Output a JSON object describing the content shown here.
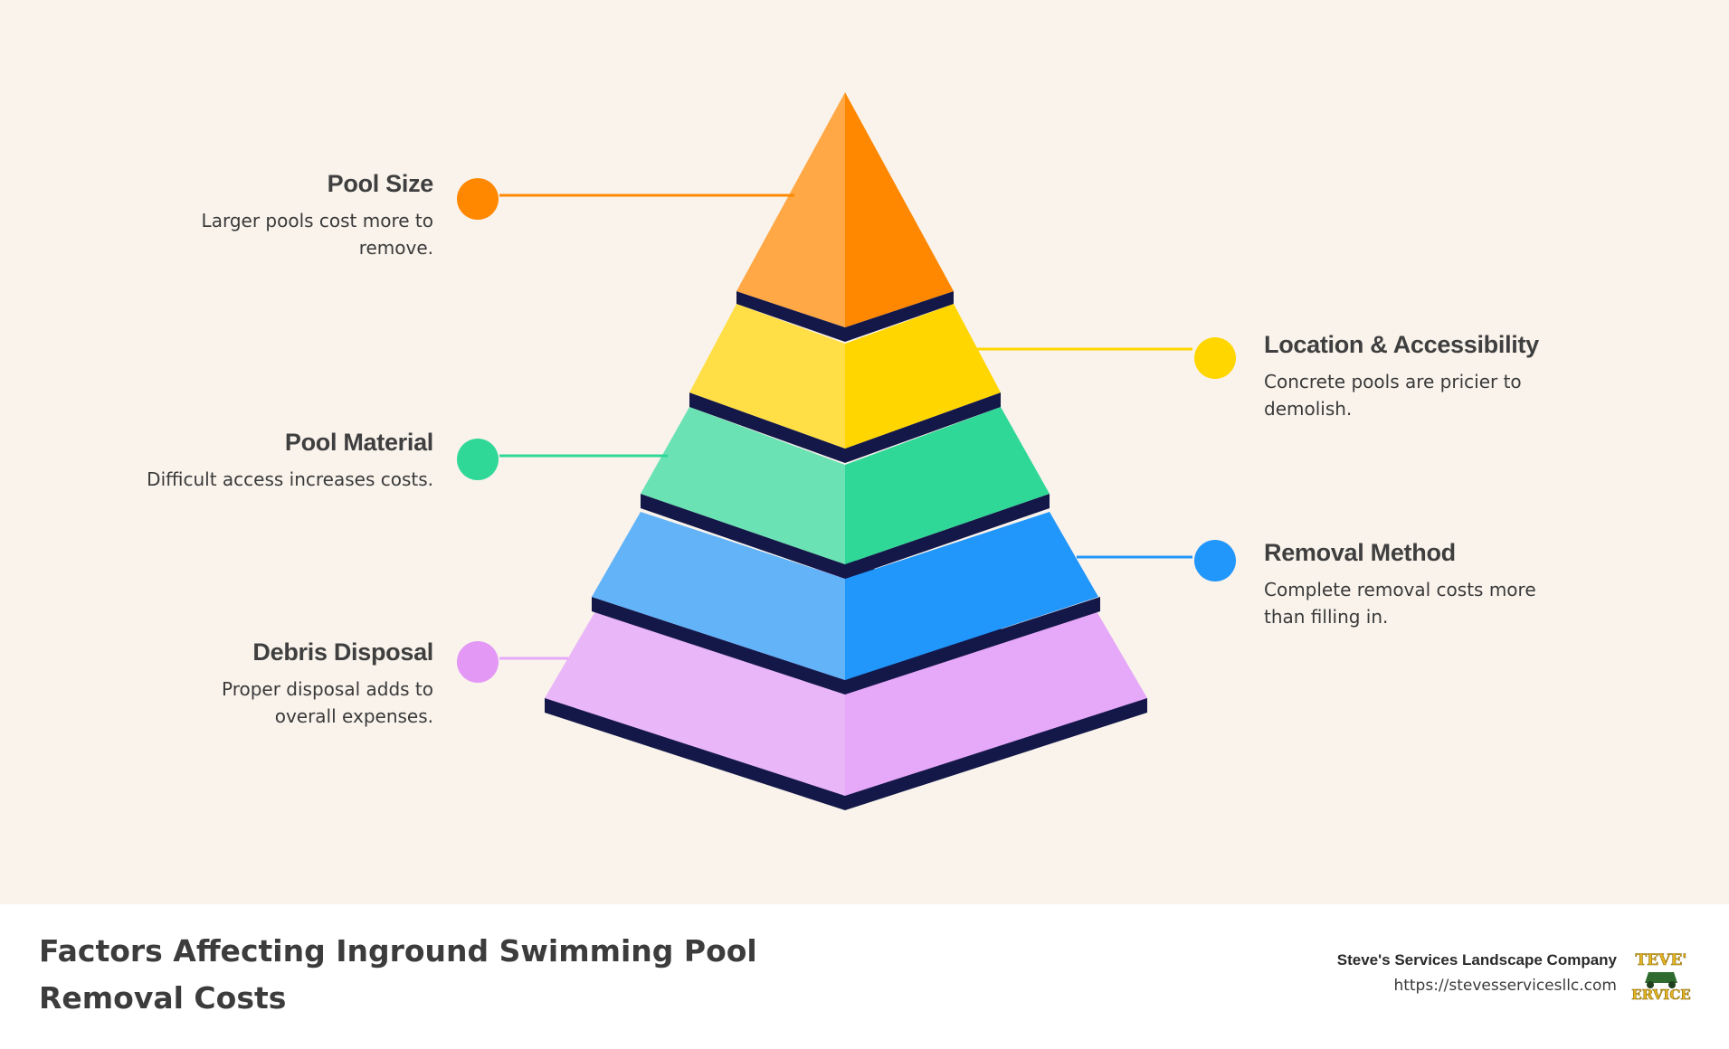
{
  "diagram": {
    "levels": [
      {
        "title": "Pool Size",
        "desc": "Larger pools cost more to remove.",
        "side": "left",
        "color": "#ff8800",
        "light": "#ffa845"
      },
      {
        "title": "Location & Accessibility",
        "desc": "Concrete pools are pricier to demolish.",
        "side": "right",
        "color": "#ffd600",
        "light": "#ffdf45"
      },
      {
        "title": "Pool Material",
        "desc": "Difficult access increases costs.",
        "side": "left",
        "color": "#2fd896",
        "light": "#6ae2b3"
      },
      {
        "title": "Removal Method",
        "desc": "Complete removal costs more than filling in.",
        "side": "right",
        "color": "#2196fb",
        "light": "#62b3f8"
      },
      {
        "title": "Debris Disposal",
        "desc": "Proper disposal adds to overall expenses.",
        "side": "left",
        "color": "#e6a8f8",
        "light": "#e9b6f8"
      }
    ],
    "separator_color": "#141848",
    "connector_dot_colors": [
      "#ff8800",
      "#ffd600",
      "#2fd896",
      "#2196fb",
      "#e398f6"
    ]
  },
  "footer": {
    "title": "Factors Affecting Inground Swimming Pool Removal Costs",
    "company": "Steve's Services Landscape Company",
    "website": "https://stevesservicesllc.com",
    "logo_text_top": "TEVE'",
    "logo_text_bottom": "ERVICE"
  }
}
